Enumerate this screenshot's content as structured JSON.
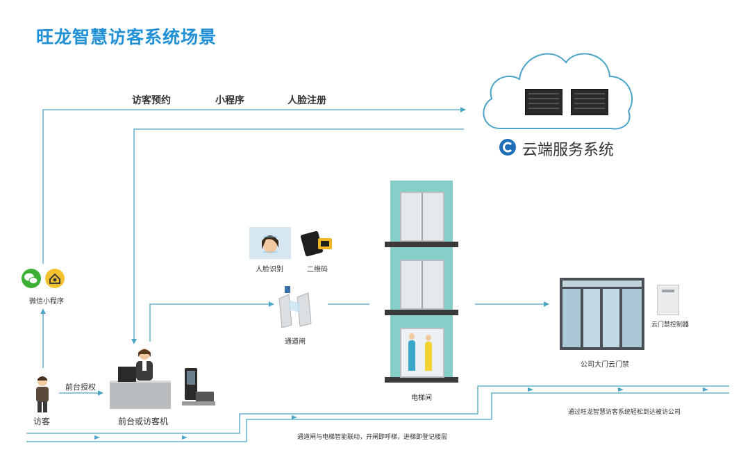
{
  "title": "旺龙智慧访客系统场景",
  "top_labels": {
    "appointment": "访客预约",
    "mini_program": "小程序",
    "face_register": "人脸注册"
  },
  "cloud": {
    "label": "云端服务系统"
  },
  "left": {
    "wechat_label": "微信小程序",
    "visitor_label": "访客",
    "front_desk_auth": "前台授权",
    "front_desk_label": "前台或访客机"
  },
  "middle": {
    "face_recognition": "人脸识别",
    "qr_code": "二维码",
    "gate_label": "通道闸",
    "elevator_label": "电梯间"
  },
  "right": {
    "controller_label": "云门禁控制器",
    "door_label": "公司大门云门禁"
  },
  "bottom": {
    "caption_left": "通道闸与电梯智能联动，开闸即呼梯，进梯即登记楼层",
    "caption_right": "通过旺龙智慧访客系统轻松到达被访公司"
  },
  "colors": {
    "line": "#4aa3c8",
    "title": "#1f8fd6",
    "teal": "#86cfc9",
    "dark": "#3a3a3a"
  }
}
